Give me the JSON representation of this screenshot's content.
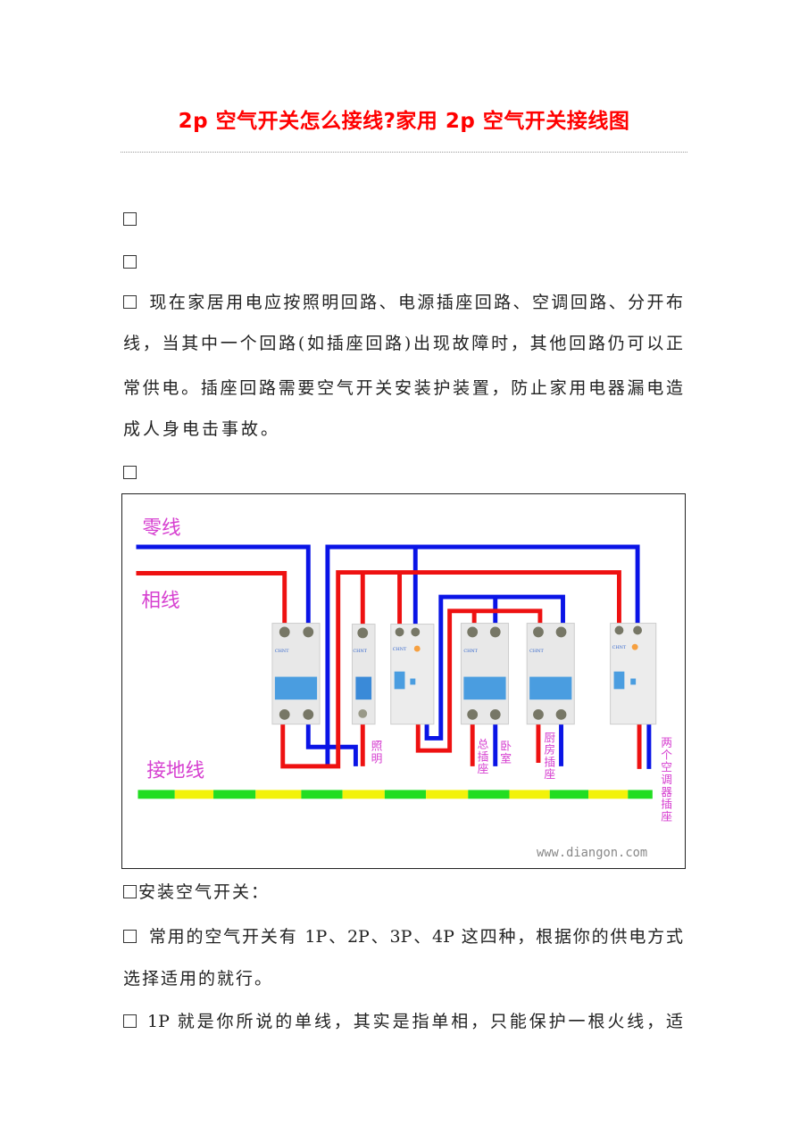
{
  "title": "2p 空气开关怎么接线?家用 2p 空气开关接线图",
  "paragraph1": {
    "lines": [
      "现在家居用电应按照明回路、电源插座回路、空调回路、分开布",
      "线，当其中一个回路(如插座回路)出现故障时，其他回路仍可以正",
      "常供电。插座回路需要空气开关安装护装置，防止家用电器漏电造",
      "成人身电击事故。"
    ]
  },
  "diagram": {
    "labels": {
      "neutral": "零线",
      "phase": "相线",
      "ground": "接地线",
      "lighting": "照明",
      "main_socket": "总插座",
      "bedroom": "卧室",
      "kitchen_socket": "厨房插座",
      "ac_sockets": "两个空调器插座"
    },
    "brand": "CHNT",
    "watermark": "www.diangon.com",
    "colors": {
      "neutral": "#0a14e6",
      "phase": "#ee1111",
      "ground_green": "#22dd22",
      "ground_yellow": "#f2f20a",
      "label": "#d63fd0"
    }
  },
  "section_heading": "安装空气开关：",
  "paragraph2": {
    "lines": [
      "常用的空气开关有 1P、2P、3P、4P 这四种，根据你的供电方式",
      "选择适用的就行。"
    ]
  },
  "paragraph3": {
    "lines": [
      "1P 就是你所说的单线，其实是指单相，只能保护一根火线，适"
    ]
  }
}
